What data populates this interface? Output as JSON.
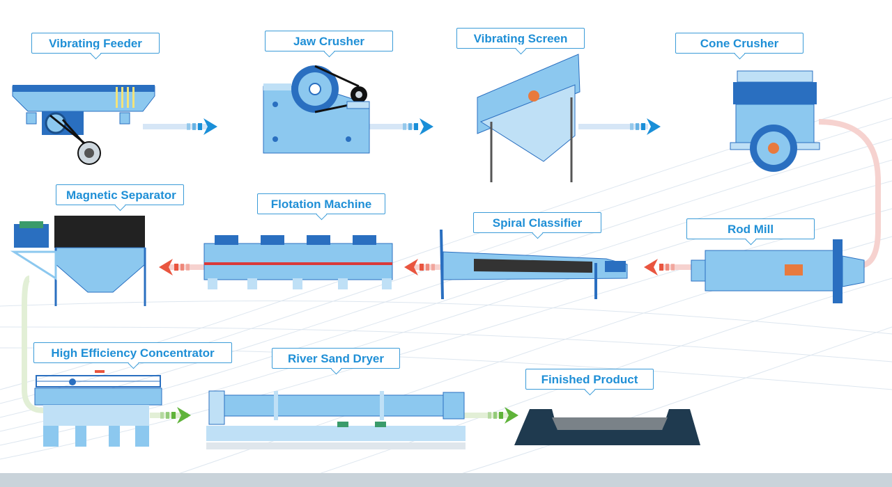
{
  "stages": [
    {
      "id": "vibrating-feeder",
      "label": "Vibrating Feeder"
    },
    {
      "id": "jaw-crusher",
      "label": "Jaw Crusher"
    },
    {
      "id": "vibrating-screen",
      "label": "Vibrating Screen"
    },
    {
      "id": "cone-crusher",
      "label": "Cone Crusher"
    },
    {
      "id": "rod-mill",
      "label": "Rod Mill"
    },
    {
      "id": "spiral-classifier",
      "label": "Spiral Classifier"
    },
    {
      "id": "flotation-machine",
      "label": "Flotation Machine"
    },
    {
      "id": "magnetic-separator",
      "label": "Magnetic Separator"
    },
    {
      "id": "high-efficiency-concentrator",
      "label": "High Efficiency Concentrator"
    },
    {
      "id": "river-sand-dryer",
      "label": "River Sand Dryer"
    },
    {
      "id": "finished-product",
      "label": "Finished Product"
    }
  ],
  "colors": {
    "row1_arrow": "#1a8fd8",
    "row2_arrow": "#e9553f",
    "row3_arrow": "#5fb33a",
    "machine_fill": "#8cc8ef",
    "machine_dark": "#2a6fc0",
    "label_border": "#3a9bd8",
    "label_text": "#1f8fd6"
  },
  "icons": [
    "vibrating-feeder-icon",
    "jaw-crusher-icon",
    "vibrating-screen-icon",
    "cone-crusher-icon",
    "rod-mill-icon",
    "spiral-classifier-icon",
    "flotation-machine-icon",
    "magnetic-separator-icon",
    "concentrator-icon",
    "sand-dryer-icon",
    "finished-product-icon"
  ]
}
